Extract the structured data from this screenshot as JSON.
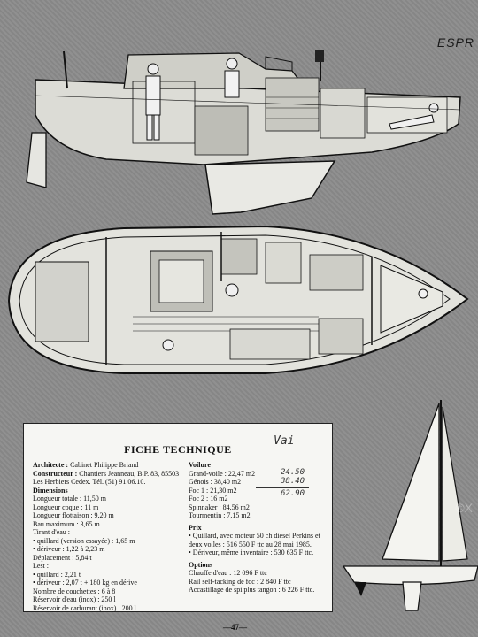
{
  "corner_text": "ESPR",
  "page_number": "—47—",
  "watermark": "©X",
  "fiche": {
    "title": "FICHE TECHNIQUE",
    "left_lines": [
      {
        "label": "Architecte :",
        "text": " Cabinet Philippe Briand"
      },
      {
        "label": "Constructeur :",
        "text": " Chantiers Jeanneau, B.P. 83, 85503 Les Herbiers Cedex. Tél. (51) 91.06.10."
      },
      {
        "label": "Dimensions",
        "text": ""
      },
      {
        "label": "",
        "text": "Longueur totale : 11,50 m"
      },
      {
        "label": "",
        "text": "Longueur coque : 11 m"
      },
      {
        "label": "",
        "text": "Longueur flottaison : 9,20 m"
      },
      {
        "label": "",
        "text": "Bau maximum : 3,65 m"
      },
      {
        "label": "",
        "text": "Tirant d'eau :"
      },
      {
        "label": "",
        "text": "• quillard (version essayée) : 1,65 m"
      },
      {
        "label": "",
        "text": "• dériveur : 1,22 à 2,23 m"
      },
      {
        "label": "",
        "text": "Déplacement : 5,84 t"
      },
      {
        "label": "",
        "text": "Lest :"
      },
      {
        "label": "",
        "text": "• quillard : 2,21 t"
      },
      {
        "label": "",
        "text": "• dériveur : 2,07 t + 180 kg en dérive"
      },
      {
        "label": "",
        "text": "Nombre de couchettes : 6 à 8"
      },
      {
        "label": "",
        "text": "Réservoir d'eau (inox) : 250 l"
      },
      {
        "label": "",
        "text": "Réservoir de carburant (inox) : 200 l"
      }
    ],
    "right_lines": [
      {
        "label": "Voilure",
        "text": ""
      },
      {
        "label": "",
        "text": "Grand-voile : 22,47 m2"
      },
      {
        "label": "",
        "text": "Génois : 38,40 m2"
      },
      {
        "label": "",
        "text": "Foc 1 : 21,30 m2"
      },
      {
        "label": "",
        "text": "Foc 2 : 16 m2"
      },
      {
        "label": "",
        "text": "Spinnaker : 84,56 m2"
      },
      {
        "label": "",
        "text": "Tourmentin : 7,15 m2"
      },
      {
        "label": "Prix",
        "text": ""
      },
      {
        "label": "",
        "text": "• Quillard, avec moteur 50 ch diesel Perkins et deux voiles : 516 550 F ttc au 28 mai 1985."
      },
      {
        "label": "",
        "text": "• Dériveur, même inventaire : 530 635 F ttc."
      },
      {
        "label": "Options",
        "text": ""
      },
      {
        "label": "",
        "text": "Chauffe d'eau : 12 096 F ttc"
      },
      {
        "label": "",
        "text": "Rail self-tacking de foc : 2 840 F ttc"
      },
      {
        "label": "",
        "text": "Accastillage de spi plus tangon : 6 226 F ttc."
      }
    ],
    "handwriting": {
      "word": "Vai",
      "n1": "24.50",
      "n2": "38.40",
      "n3": "62.90"
    }
  }
}
